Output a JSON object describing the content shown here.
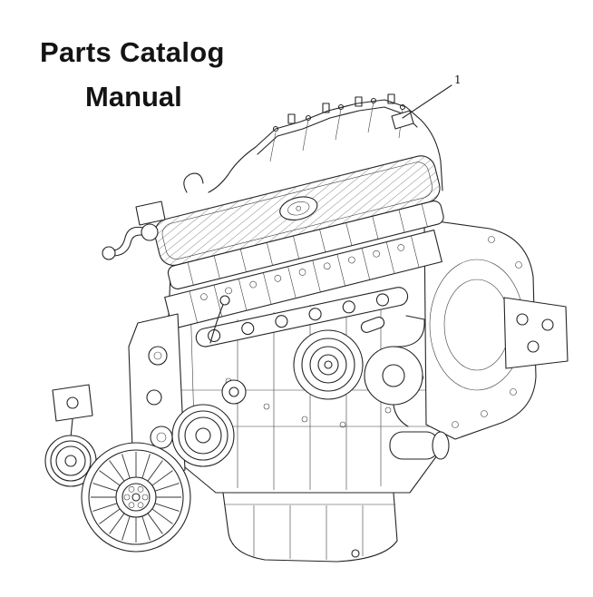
{
  "page": {
    "title_line1": "Parts Catalog",
    "title_line2": "Manual"
  },
  "illustration": {
    "alt": "diesel-engine-technical-line-drawing",
    "callouts": [
      {
        "label": "1"
      }
    ]
  }
}
